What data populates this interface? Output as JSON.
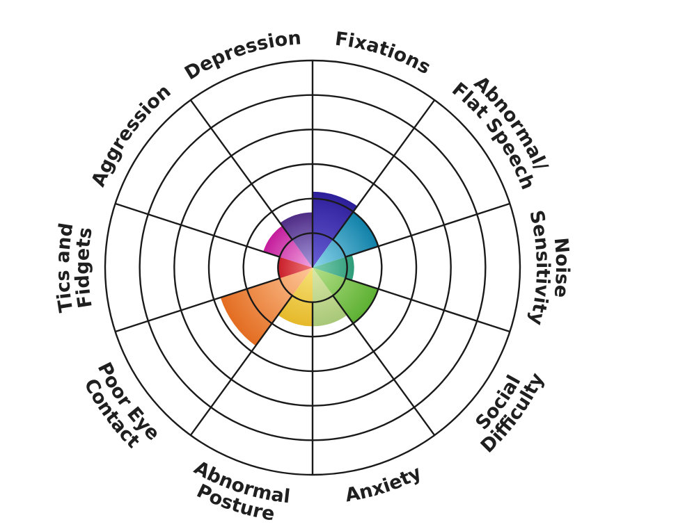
{
  "chart_data": {
    "type": "polar-area",
    "title": "",
    "categories": [
      "Fixations",
      "Abnormal/ Flat Speech",
      "Noise Sensitivity",
      "Social Difficulty",
      "Anxiety",
      "Abnormal Posture",
      "Poor Eye Contact",
      "Tics and Fidgets",
      "Aggression",
      "Depression"
    ],
    "values": [
      2.2,
      2.0,
      1.2,
      2.0,
      1.7,
      1.7,
      2.8,
      1.0,
      1.5,
      1.6
    ],
    "max": 6,
    "rings": 6,
    "grid": true,
    "legend": "none",
    "colors": [
      [
        "#6a5fd6",
        "#2d1f9a"
      ],
      [
        "#8fd7ec",
        "#1080a8"
      ],
      [
        "#7fcfb0",
        "#2e9c7a"
      ],
      [
        "#b6e08a",
        "#5cb032"
      ],
      [
        "#dde8a8",
        "#a8c878"
      ],
      [
        "#f6e27a",
        "#e6b92a"
      ],
      [
        "#ffc89a",
        "#e36d21"
      ],
      [
        "#f07a7a",
        "#c81e2a"
      ],
      [
        "#f2a6e0",
        "#c41c9c"
      ],
      [
        "#a899dc",
        "#4f2d86"
      ]
    ]
  }
}
